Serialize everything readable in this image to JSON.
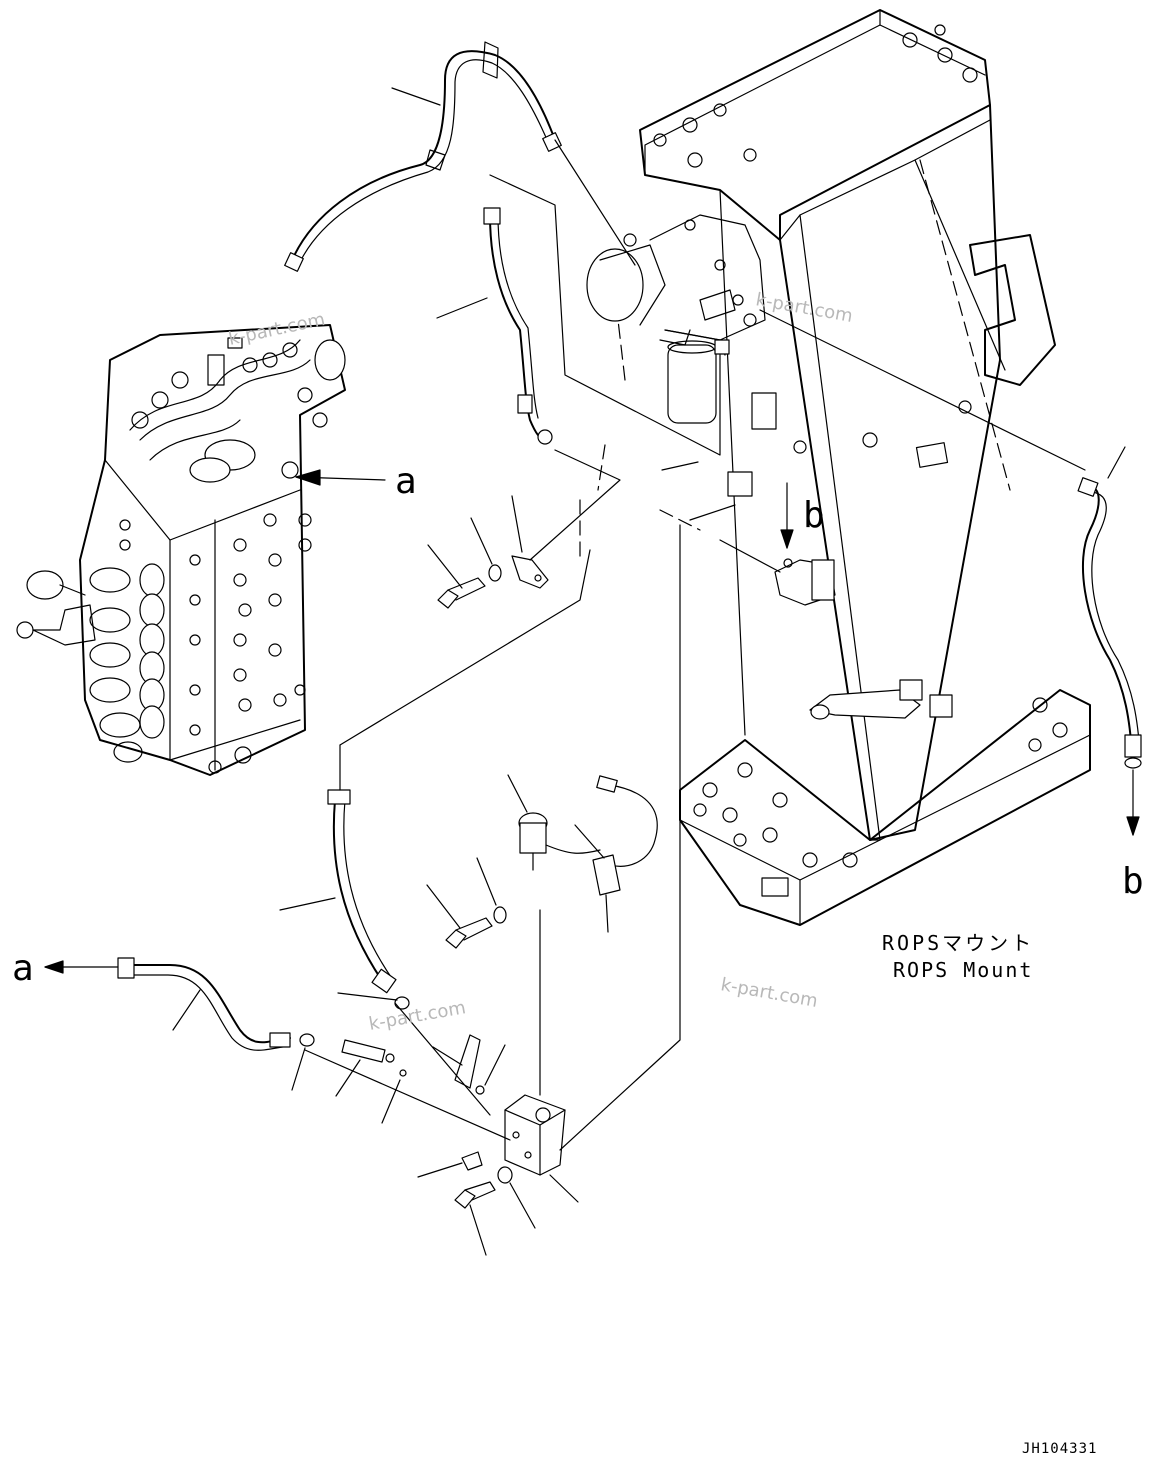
{
  "labels": {
    "ref_a": "a",
    "ref_b": "b",
    "rops_jp": "ROPSマウント",
    "rops_en": "ROPS Mount",
    "drawing_id": "JH104331"
  },
  "watermark": "k-part.com",
  "colors": {
    "line": "#000000",
    "watermark": "#b8b8b8",
    "background": "#ffffff"
  }
}
